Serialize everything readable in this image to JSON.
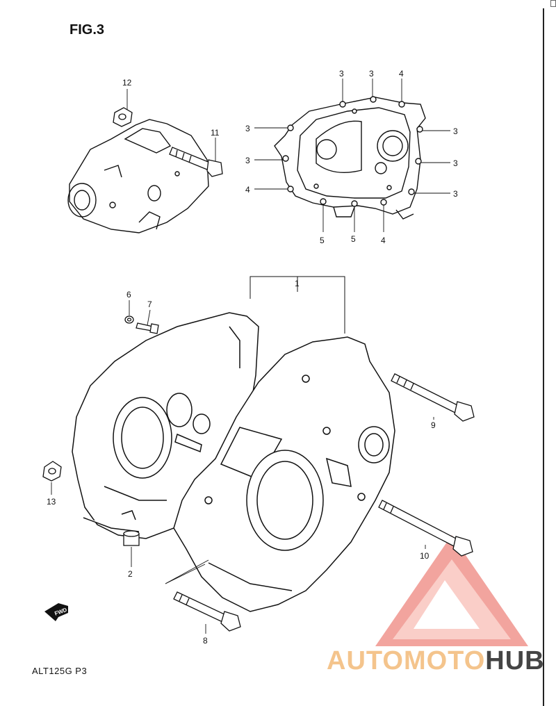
{
  "figure": {
    "title": "FIG.3",
    "code": "ALT125G P3"
  },
  "callouts": {
    "c1": "1",
    "c2": "2",
    "c3": "3",
    "c4": "4",
    "c5": "5",
    "c6": "6",
    "c7": "7",
    "c8": "8",
    "c9": "9",
    "c10": "10",
    "c11": "11",
    "c12": "12",
    "c13": "13"
  },
  "fwd": "FWD",
  "watermark": {
    "part1": "AUTOMOTO",
    "part2": "HUB",
    "accent": "#e85a4f",
    "brand_color": "#f4b26e"
  },
  "icons": [
    "fwd-arrow-icon",
    "watermark-logo-icon"
  ]
}
